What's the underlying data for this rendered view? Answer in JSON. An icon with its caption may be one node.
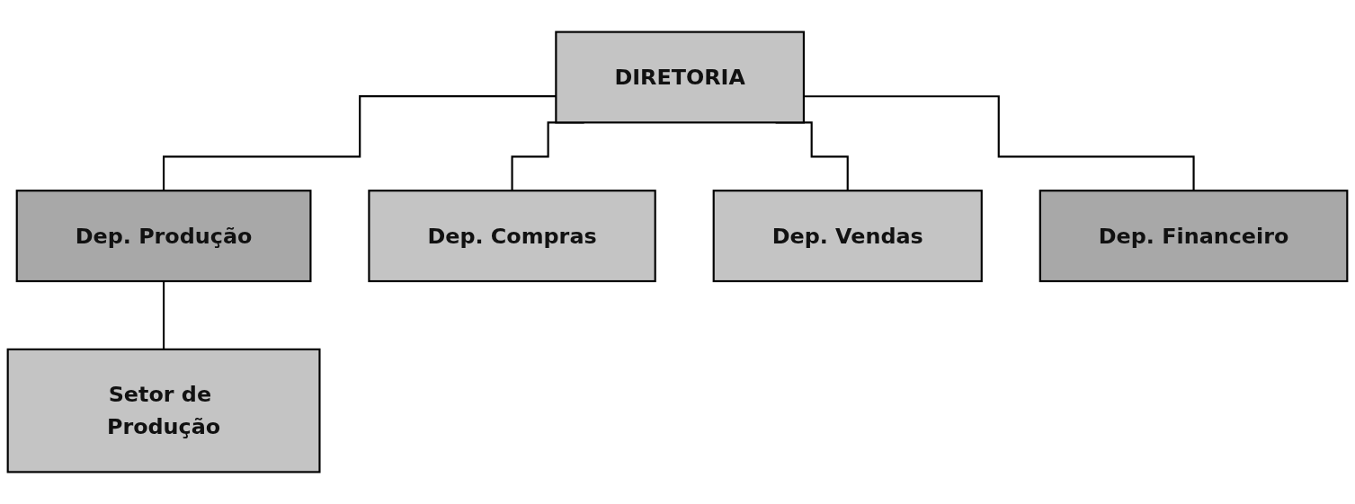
{
  "diagram": {
    "nodes": [
      {
        "text": [
          "DIRETORIA"
        ]
      },
      {
        "text": [
          "Dep. Produção"
        ]
      },
      {
        "text": [
          "Dep. Compras"
        ]
      },
      {
        "text": [
          "Dep. Vendas"
        ]
      },
      {
        "text": [
          "Dep. Financeiro"
        ]
      },
      {
        "text": [
          "Setor de Produção"
        ]
      }
    ],
    "edges": [
      {
        "from": 0,
        "to": 1,
        "arrow": "none"
      },
      {
        "from": 0,
        "to": 2,
        "arrow": "none"
      },
      {
        "from": 0,
        "to": 3,
        "arrow": "none"
      },
      {
        "from": 0,
        "to": 4,
        "arrow": "none"
      },
      {
        "from": 1,
        "to": 5,
        "arrow": "none"
      }
    ]
  }
}
